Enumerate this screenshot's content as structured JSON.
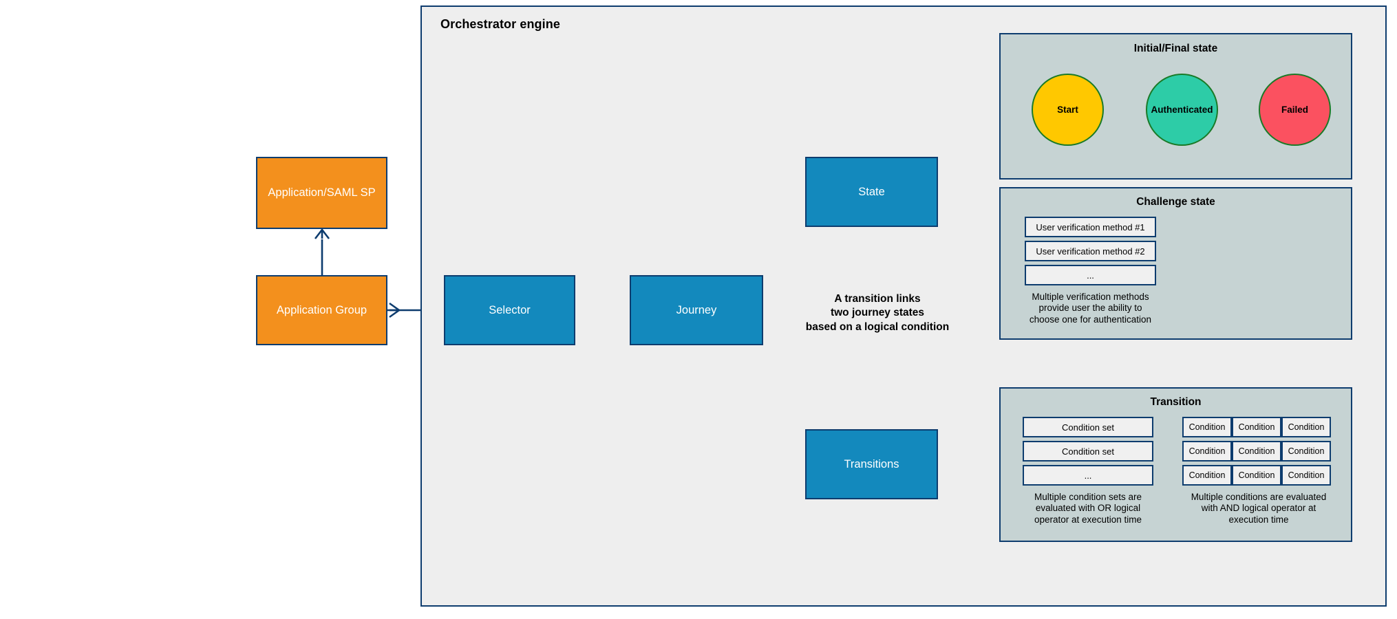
{
  "panel": {
    "title": "Orchestrator engine"
  },
  "entities": {
    "app_saml_sp": "Application/SAML SP",
    "app_group": "Application Group",
    "selector": "Selector",
    "journey": "Journey",
    "state": "State",
    "transitions": "Transitions"
  },
  "center_note": "A transition links\ntwo journey states\nbased on a logical condition",
  "initial_final": {
    "title": "Initial/Final state",
    "nodes": [
      {
        "label": "Start",
        "color": "#ffc800"
      },
      {
        "label": "Authenticated",
        "color": "#2dcca7"
      },
      {
        "label": "Failed",
        "color": "#fb5160"
      }
    ]
  },
  "challenge_state": {
    "title": "Challenge state",
    "methods": [
      "User verification method #1",
      "User verification method #2",
      "..."
    ],
    "note": "Multiple verification methods\nprovide user the ability to\nchoose one for authentication"
  },
  "transition": {
    "title": "Transition",
    "condition_sets": [
      "Condition set",
      "Condition set",
      "..."
    ],
    "conditions_rows": [
      [
        "Condition",
        "Condition",
        "Condition"
      ],
      [
        "Condition",
        "Condition",
        "Condition"
      ],
      [
        "Condition",
        "Condition",
        "Condition"
      ]
    ],
    "note_left": "Multiple condition sets are\nevaluated with OR logical\noperator at execution time",
    "note_right": "Multiple conditions are evaluated\nwith AND logical operator at\nexecution time"
  },
  "colors": {
    "outline": "#0d3c6e",
    "orange": "#f3901d",
    "blue": "#1389bd",
    "panel_bg": "#eeeeee",
    "group_bg": "#c6d3d3",
    "chip_bg": "#f0f0f0",
    "circle_border": "#1a7a27"
  }
}
